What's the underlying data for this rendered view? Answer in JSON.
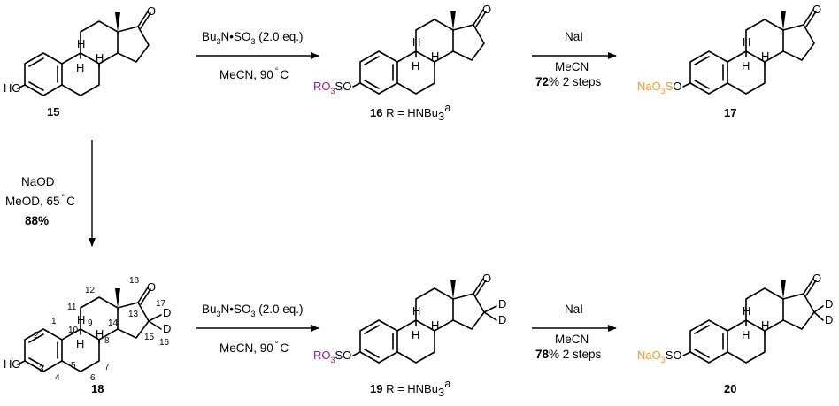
{
  "colors": {
    "rgroup": "#9b1a8c",
    "sodium_sulfate": "#f29a1a"
  },
  "compounds": {
    "c15": {
      "label": "15",
      "ho": "HO",
      "o": "O"
    },
    "c16": {
      "label": "16",
      "r_def": " R = HNBu",
      "r_sub": "3",
      "r_sup": "a",
      "ro3s": "RO",
      "o_sub3": "3",
      "s": "S",
      "o": "O",
      "keto": "O"
    },
    "c17": {
      "label": "17",
      "na": "NaO",
      "o_sub3": "3",
      "s": "SO",
      "keto": "O"
    },
    "c18": {
      "label": "18",
      "ho": "HO",
      "o": "O",
      "d": "D",
      "numbers": [
        "1",
        "2",
        "3",
        "4",
        "5",
        "6",
        "7",
        "8",
        "9",
        "10",
        "11",
        "12",
        "13",
        "14",
        "15",
        "16",
        "17",
        "18"
      ]
    },
    "c19": {
      "label": "19",
      "r_def": " R = HNBu",
      "r_sub": "3",
      "r_sup": "a",
      "ro3s": "RO",
      "o_sub3": "3",
      "s": "SO",
      "keto": "O",
      "d": "D"
    },
    "c20": {
      "label": "20",
      "na": "NaO",
      "o_sub3": "3",
      "s": "SO",
      "keto": "O",
      "d": "D"
    }
  },
  "h": "H",
  "reactions": {
    "r1": {
      "reagent_a": "Bu",
      "reagent_a_sub": "3",
      "reagent_b": "N•SO",
      "reagent_b_sub": "3",
      "reagent_c": " (2.0 eq.)",
      "cond": "MeCN, 90",
      "deg": "°",
      "unit": "C"
    },
    "r2": {
      "reagent": "NaI",
      "solvent": "MeCN",
      "yield_pct": "72",
      "yield_rest": "% 2 steps"
    },
    "r3": {
      "reagent": "NaOD",
      "cond": "MeOD, 65",
      "deg": "°",
      "unit": "C",
      "yield": "88%"
    },
    "r4": {
      "reagent_a": "Bu",
      "reagent_a_sub": "3",
      "reagent_b": "N•SO",
      "reagent_b_sub": "3",
      "reagent_c": " (2.0 eq.)",
      "cond": "MeCN, 90",
      "deg": "°",
      "unit": "C"
    },
    "r5": {
      "reagent": "NaI",
      "solvent": "MeCN",
      "yield_pct": "78",
      "yield_rest": "% 2 steps"
    }
  }
}
